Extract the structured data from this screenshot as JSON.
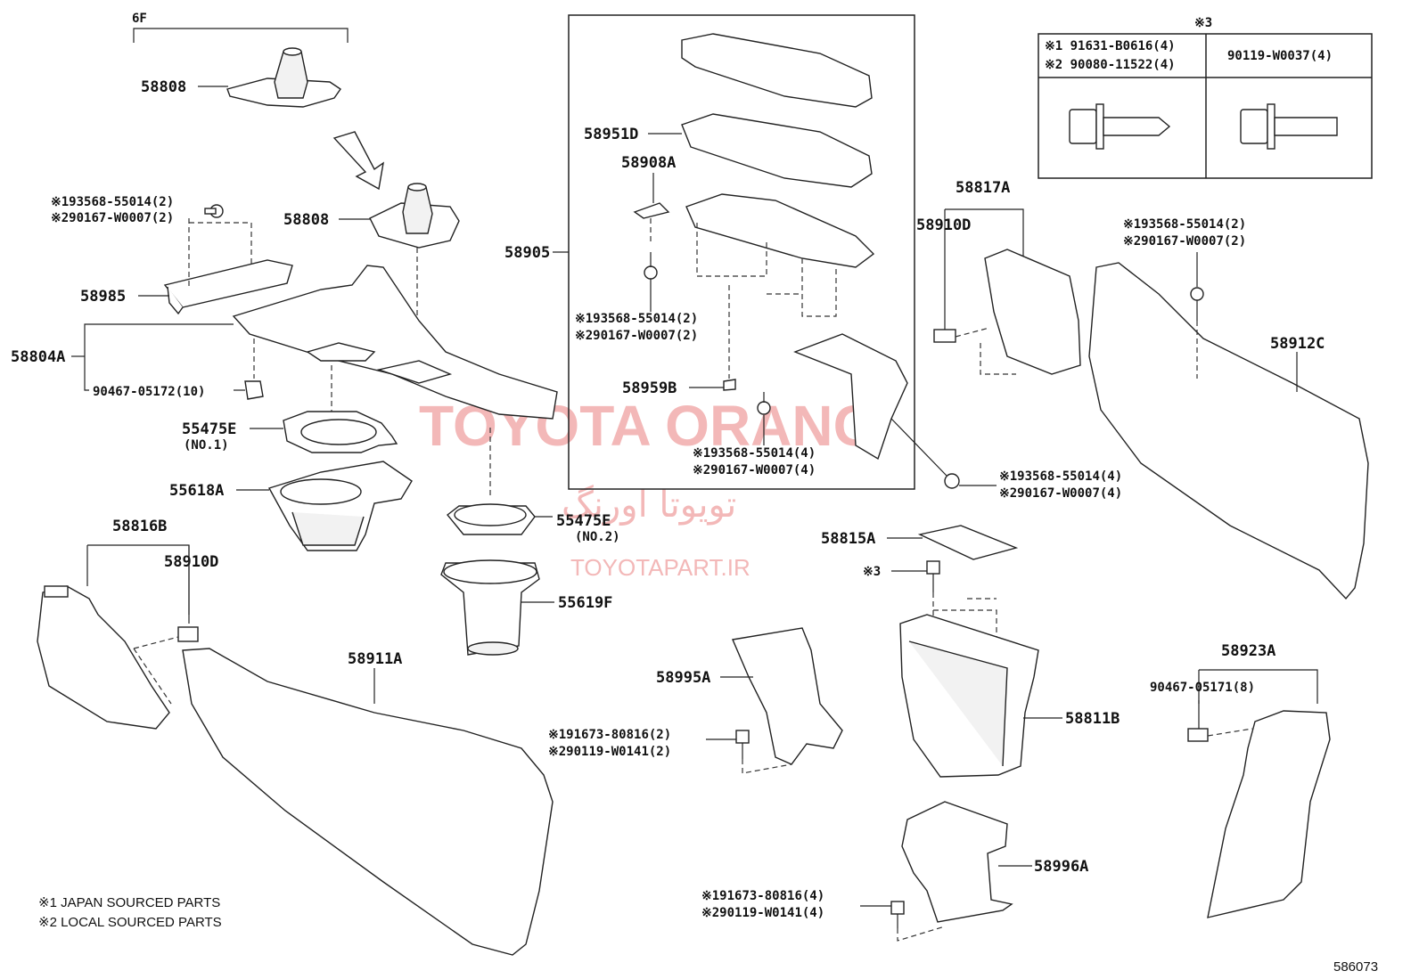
{
  "watermark": {
    "main": "TOYOTA ORANG",
    "persian": "تویوتا اورنگ",
    "site": "TOYOTAPART.IR"
  },
  "group_label": "6F",
  "diagram_number": "586073",
  "legend": {
    "note1": "※1 JAPAN SOURCED PARTS",
    "note2": "※2 LOCAL SOURCED PARTS"
  },
  "bolt_table": {
    "title": "※3",
    "left_line1": "※1 91631-B0616(4)",
    "left_line2": "※2 90080-11522(4)",
    "right_line1": "90119-W0037(4)"
  },
  "labels": {
    "p58808_top": "58808",
    "p58808_mid": "58808",
    "p58985": "58985",
    "p58804A": "58804A",
    "c_58985_1": "※193568-55014(2)",
    "c_58985_2": "※290167-W0007(2)",
    "c_90467_05172": "90467-05172(10)",
    "p55475E_1": "55475E",
    "p55475E_1_no": "(NO.1)",
    "p55618A": "55618A",
    "p58816B": "58816B",
    "p58910D_left": "58910D",
    "p58911A": "58911A",
    "p55475E_2": "55475E",
    "p55475E_2_no": "(NO.2)",
    "p55619F": "55619F",
    "p58905": "58905",
    "p58951D": "58951D",
    "p58908A": "58908A",
    "c_box_a1": "※193568-55014(2)",
    "c_box_a2": "※290167-W0007(2)",
    "p58959B": "58959B",
    "c_box_b1": "※193568-55014(4)",
    "c_box_b2": "※290167-W0007(4)",
    "p58817A": "58817A",
    "p58910D_right": "58910D",
    "c_right_1": "※193568-55014(2)",
    "c_right_2": "※290167-W0007(2)",
    "p58912C": "58912C",
    "c_mid_1": "※193568-55014(4)",
    "c_mid_2": "※290167-W0007(4)",
    "p58815A": "58815A",
    "mark3": "※3",
    "p58995A": "58995A",
    "c_58995_1": "※191673-80816(2)",
    "c_58995_2": "※290119-W0141(2)",
    "p58811B": "58811B",
    "p58996A": "58996A",
    "c_58996_1": "※191673-80816(4)",
    "c_58996_2": "※290119-W0141(4)",
    "p58923A": "58923A",
    "c_90467_05171": "90467-05171(8)"
  }
}
